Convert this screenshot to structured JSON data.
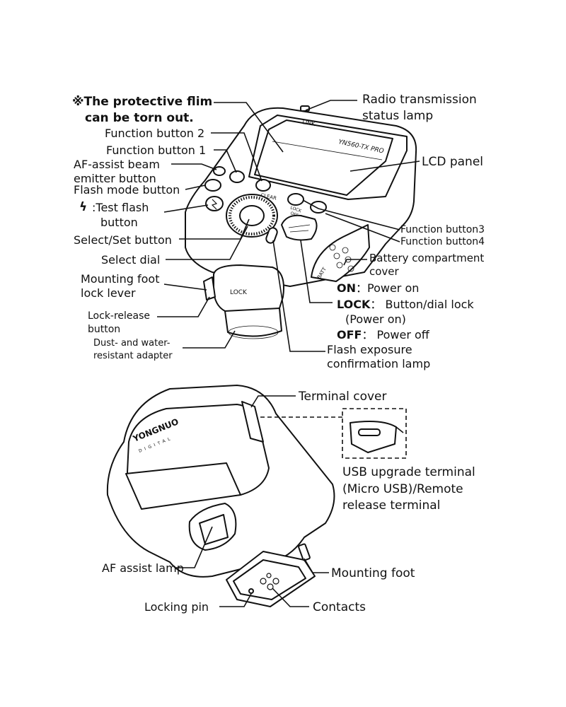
{
  "labels": {
    "note_line1": "※The protective flim",
    "note_line2": "can be torn out.",
    "radio_lamp_1": "Radio transmission",
    "radio_lamp_2": "status lamp",
    "function_button_2": "Function button 2",
    "function_button_1": "Function button 1",
    "af_assist_emitter_1": "AF-assist beam",
    "af_assist_emitter_2": "emitter button",
    "flash_mode_button": "Flash mode button",
    "test_flash_1": ":Test flash",
    "test_flash_2": "button",
    "lcd_panel": "LCD panel",
    "function_button_3": "Function button3",
    "function_button_4": "Function button4",
    "select_set_button": "Select/Set button",
    "select_dial": "Select dial",
    "battery_cover_1": "Battery compartment",
    "battery_cover_2": "cover",
    "mounting_foot_lever_1": "Mounting foot",
    "mounting_foot_lever_2": "lock lever",
    "lock_release_1": "Lock-release",
    "lock_release_2": "button",
    "adapter_1": "Dust- and water-",
    "adapter_2": "resistant adapter",
    "on_key": "ON",
    "on_desc": "：Power on",
    "lock_key": "LOCK",
    "lock_desc": "：  Button/dial lock",
    "lock_desc_2": "(Power on)",
    "off_key": "OFF",
    "off_desc": "：  Power off",
    "fec_lamp_1": "Flash exposure",
    "fec_lamp_2": "confirmation lamp",
    "terminal_cover": "Terminal cover",
    "usb_1": "USB upgrade terminal",
    "usb_2": "(Micro USB)/Remote",
    "usb_3": "release terminal",
    "af_assist_lamp": "AF assist lamp",
    "mounting_foot": "Mounting foot",
    "locking_pin": "Locking pin",
    "contacts": "Contacts"
  },
  "device_text": {
    "link": "LINK",
    "model": "YN560-TX PRO",
    "clear": "CLEAR",
    "lock_switch": "LOCK",
    "off_on": "OFF ON",
    "batt": "BATT",
    "lock_collar": "LOCK",
    "brand": "YONGNUO",
    "brand_sub": "DIGITAL"
  },
  "icons": [
    "lightning-bolt-icon"
  ]
}
